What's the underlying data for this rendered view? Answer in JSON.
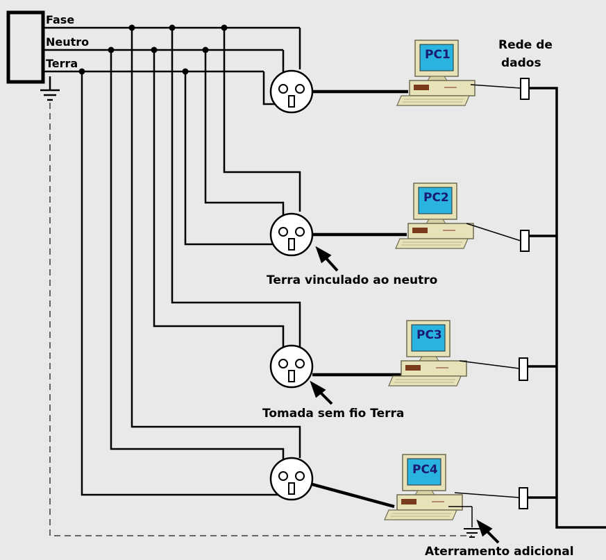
{
  "wires": {
    "fase": "Fase",
    "neutro": "Neutro",
    "terra": "Terra"
  },
  "network_label": [
    "Rede de",
    "dados"
  ],
  "computers": [
    {
      "label": "PC1"
    },
    {
      "label": "PC2"
    },
    {
      "label": "PC3"
    },
    {
      "label": "PC4"
    }
  ],
  "annotations": {
    "ground_bonded_neutral": "Terra vinculado ao neutro",
    "outlet_no_ground": "Tomada sem fio Terra",
    "additional_grounding": "Aterramento adicional"
  },
  "colors": {
    "background": "#e9e9e9",
    "wire": "#000000",
    "monitor_body": "#e8e2b8",
    "screen": "#2bb3e0",
    "drive": "#7a3b1d"
  }
}
